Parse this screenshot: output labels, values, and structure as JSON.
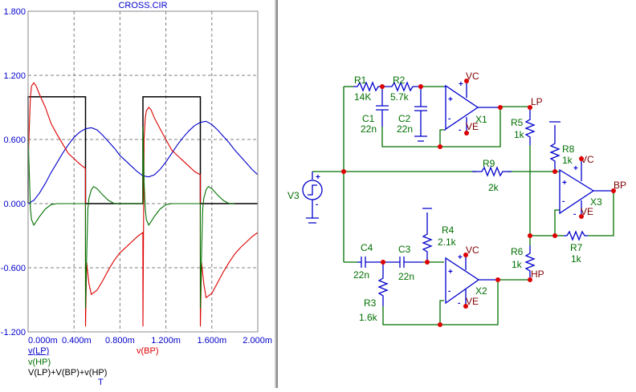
{
  "window": {
    "plot_title": "CROSS.CIR"
  },
  "chart_data": {
    "type": "line",
    "title": "CROSS.CIR",
    "xlabel": "T",
    "ylabel": "",
    "xlim": [
      0,
      2.0
    ],
    "x_unit": "ms",
    "ylim": [
      -1.2,
      1.8
    ],
    "grid": true,
    "x_tick_labels": [
      "0.000m",
      "0.400m",
      "0.800m",
      "1.200m",
      "1.600m",
      "2.000m"
    ],
    "x_ticks": [
      0,
      0.4,
      0.8,
      1.2,
      1.6,
      2.0
    ],
    "y_tick_labels": [
      "1.800",
      "1.200",
      "0.600",
      "0.000",
      "-0.600",
      "-1.200"
    ],
    "y_ticks": [
      1.8,
      1.2,
      0.6,
      0.0,
      -0.6,
      -1.2
    ],
    "legend_placement": "bottom",
    "series": [
      {
        "name": "v(LP)",
        "color": "#0000cc",
        "x": [
          0,
          0.05,
          0.1,
          0.15,
          0.2,
          0.25,
          0.3,
          0.35,
          0.4,
          0.45,
          0.5,
          0.55,
          0.6,
          0.65,
          0.7,
          0.75,
          0.8,
          0.85,
          0.9,
          0.95,
          1.0,
          1.05,
          1.1,
          1.15,
          1.2,
          1.25,
          1.3,
          1.35,
          1.4,
          1.45,
          1.5,
          1.55,
          1.6,
          1.65,
          1.7,
          1.75,
          1.8,
          1.85,
          1.9,
          1.95,
          2.0
        ],
        "values": [
          0.0,
          0.03,
          0.1,
          0.19,
          0.29,
          0.38,
          0.47,
          0.55,
          0.62,
          0.67,
          0.7,
          0.71,
          0.69,
          0.64,
          0.58,
          0.52,
          0.45,
          0.4,
          0.35,
          0.3,
          0.26,
          0.25,
          0.27,
          0.32,
          0.39,
          0.47,
          0.55,
          0.62,
          0.68,
          0.73,
          0.76,
          0.77,
          0.74,
          0.69,
          0.63,
          0.57,
          0.5,
          0.44,
          0.38,
          0.32,
          0.27
        ]
      },
      {
        "name": "v(BP)",
        "color": "#dd0000",
        "x": [
          0,
          0.01,
          0.02,
          0.03,
          0.05,
          0.07,
          0.1,
          0.15,
          0.2,
          0.25,
          0.3,
          0.35,
          0.4,
          0.45,
          0.499,
          0.5,
          0.51,
          0.53,
          0.55,
          0.6,
          0.65,
          0.7,
          0.75,
          0.8,
          0.85,
          0.9,
          0.95,
          0.999,
          1.0,
          1.01,
          1.02,
          1.03,
          1.05,
          1.07,
          1.1,
          1.15,
          1.2,
          1.25,
          1.3,
          1.35,
          1.4,
          1.45,
          1.499,
          1.5,
          1.51,
          1.53,
          1.55,
          1.6,
          1.65,
          1.7,
          1.75,
          1.8,
          1.85,
          1.9,
          1.95,
          2.0
        ],
        "values": [
          0.35,
          0.7,
          1.0,
          1.1,
          1.13,
          1.1,
          1.02,
          0.9,
          0.75,
          0.65,
          0.56,
          0.47,
          0.42,
          0.37,
          0.33,
          -1.15,
          -0.55,
          -0.75,
          -0.85,
          -0.81,
          -0.72,
          -0.62,
          -0.53,
          -0.46,
          -0.41,
          -0.36,
          -0.31,
          -0.27,
          -1.15,
          0.6,
          0.8,
          0.87,
          0.9,
          0.88,
          0.8,
          0.7,
          0.6,
          0.5,
          0.45,
          0.4,
          0.35,
          0.3,
          0.27,
          -1.15,
          -0.55,
          -0.75,
          -0.88,
          -0.84,
          -0.74,
          -0.64,
          -0.55,
          -0.47,
          -0.41,
          -0.36,
          -0.31,
          -0.27
        ]
      },
      {
        "name": "v(HP)",
        "color": "#007000",
        "x": [
          0,
          0.01,
          0.02,
          0.03,
          0.05,
          0.07,
          0.1,
          0.15,
          0.2,
          0.25,
          0.3,
          0.35,
          0.4,
          0.45,
          0.499,
          0.5,
          0.51,
          0.52,
          0.53,
          0.55,
          0.57,
          0.6,
          0.65,
          0.7,
          0.75,
          0.8,
          0.999,
          1.0,
          1.01,
          1.02,
          1.03,
          1.05,
          1.07,
          1.1,
          1.15,
          1.2,
          1.25,
          1.3,
          1.35,
          1.4,
          1.45,
          1.499,
          1.5,
          1.51,
          1.52,
          1.53,
          1.55,
          1.57,
          1.6,
          1.65,
          1.7,
          1.75,
          1.8
        ],
        "values": [
          0.65,
          0.3,
          -0.05,
          -0.15,
          -0.2,
          -0.17,
          -0.12,
          -0.05,
          -0.01,
          0.0,
          0.0,
          0.0,
          0.0,
          0.0,
          0.0,
          -0.98,
          -0.5,
          -0.05,
          0.05,
          0.13,
          0.16,
          0.14,
          0.08,
          0.03,
          0.0,
          0.0,
          0.0,
          0.72,
          0.2,
          -0.05,
          -0.15,
          -0.2,
          -0.17,
          -0.12,
          -0.05,
          -0.01,
          0.0,
          0.0,
          0.0,
          0.0,
          0.0,
          0.0,
          -0.98,
          -0.5,
          -0.05,
          0.05,
          0.13,
          0.16,
          0.14,
          0.08,
          0.03,
          0.0,
          0.0
        ]
      },
      {
        "name": "V(LP)+V(BP)+v(HP)",
        "color": "#000000",
        "x": [
          0,
          0,
          0.5,
          0.5,
          1.0,
          1.0,
          1.5,
          1.5,
          2.0
        ],
        "values": [
          0.0,
          1.0,
          1.0,
          0.0,
          0.0,
          1.0,
          1.0,
          0.0,
          0.0
        ]
      }
    ],
    "legend": [
      {
        "label": "v(LP)",
        "color": "#0000cc",
        "underlined": true
      },
      {
        "label": "v(BP)",
        "color": "#dd0000"
      },
      {
        "label": "v(HP)",
        "color": "#007000"
      },
      {
        "label": "V(LP)+V(BP)+v(HP)",
        "color": "#000000"
      }
    ]
  },
  "schematic": {
    "components": {
      "R1": {
        "name": "R1",
        "value": "14K"
      },
      "R2": {
        "name": "R2",
        "value": "5.7k"
      },
      "C1": {
        "name": "C1",
        "value": "22n"
      },
      "C2": {
        "name": "C2",
        "value": "22n"
      },
      "R3": {
        "name": "R3",
        "value": "1.6k"
      },
      "R4": {
        "name": "R4",
        "value": "2.1k"
      },
      "C3": {
        "name": "C3",
        "value": "22n"
      },
      "C4": {
        "name": "C4",
        "value": "22n"
      },
      "R5": {
        "name": "R5",
        "value": "1k"
      },
      "R6": {
        "name": "R6",
        "value": "1k"
      },
      "R7": {
        "name": "R7",
        "value": "1k"
      },
      "R8": {
        "name": "R8",
        "value": "1k"
      },
      "R9": {
        "name": "R9",
        "value": "2k"
      },
      "V3": {
        "name": "V3"
      },
      "X1": {
        "name": "X1"
      },
      "X2": {
        "name": "X2"
      },
      "X3": {
        "name": "X3"
      }
    },
    "nodes": {
      "LP": "LP",
      "HP": "HP",
      "BP": "BP",
      "VC": "VC",
      "VE": "VE"
    },
    "pin_signs": {
      "plus": "+",
      "minus": "-"
    }
  }
}
